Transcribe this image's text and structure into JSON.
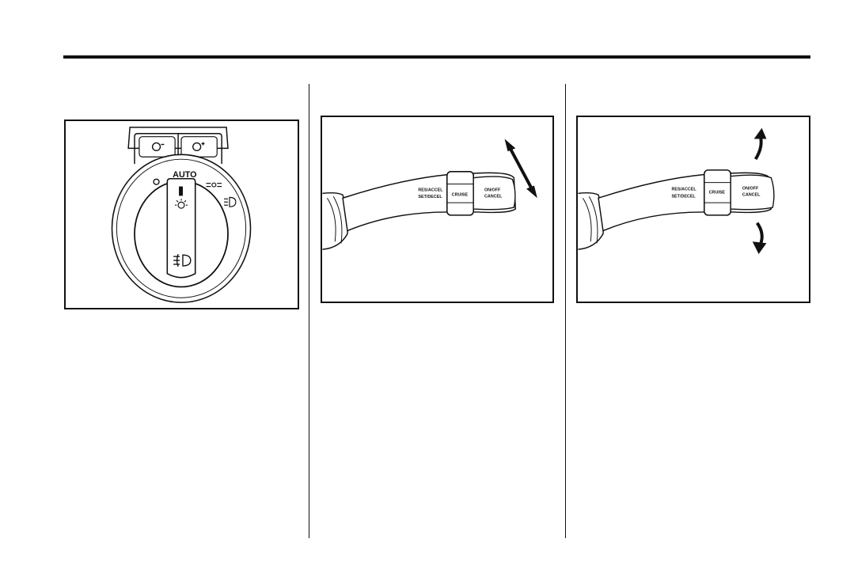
{
  "headlamp_switch": {
    "auto_label": "AUTO"
  },
  "cruise_lever_1": {
    "res_accel": "RES/ACCEL",
    "set_decel": "SET/DECEL",
    "cruise": "CRUISE",
    "on_off": "ON/OFF",
    "cancel": "CANCEL"
  },
  "cruise_lever_2": {
    "res_accel": "RES/ACCEL",
    "set_decel": "SET/DECEL",
    "cruise": "CRUISE",
    "on_off": "ON/OFF",
    "cancel": "CANCEL"
  }
}
